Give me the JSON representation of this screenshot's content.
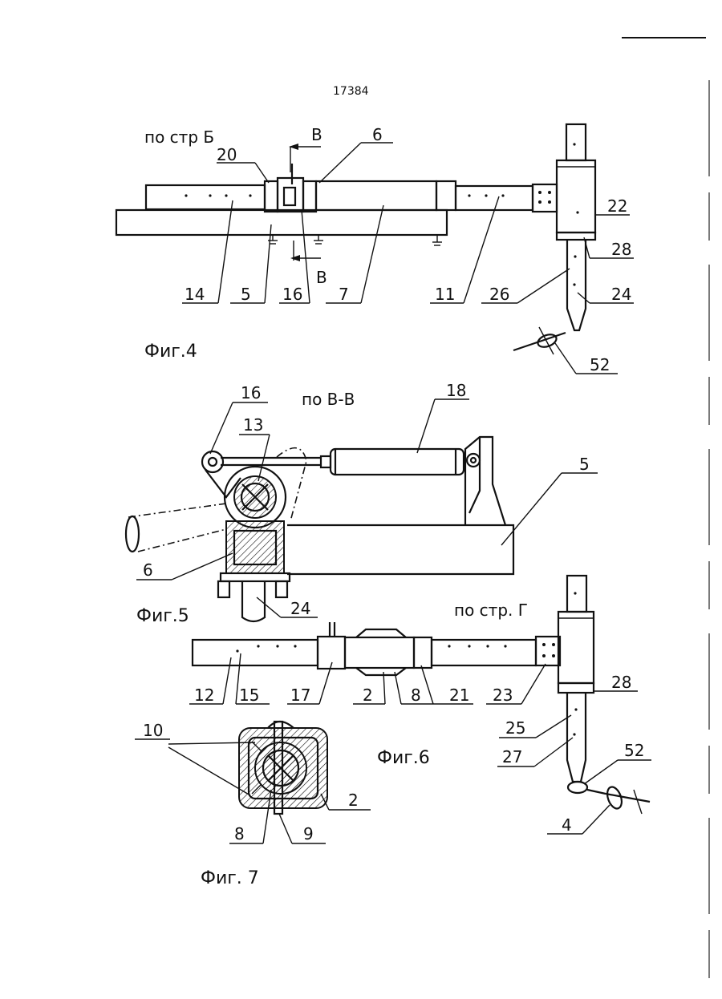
{
  "page": {
    "number": "17384"
  },
  "fig4": {
    "caption": "Фиг.4",
    "view_label": "по стр Б",
    "section_mark": "В",
    "labels": [
      "20",
      "6",
      "22",
      "28",
      "14",
      "5",
      "16",
      "7",
      "11",
      "26",
      "24",
      "52"
    ]
  },
  "fig5": {
    "caption": "Фиг.5",
    "view_label": "по В-В",
    "labels": [
      "16",
      "13",
      "18",
      "5",
      "6",
      "24"
    ]
  },
  "fig6": {
    "caption": "Фиг.6",
    "view_label": "по стр. Г",
    "labels": [
      "12",
      "15",
      "17",
      "2",
      "8",
      "21",
      "23",
      "28",
      "25",
      "27",
      "52",
      "4"
    ]
  },
  "fig7": {
    "caption": "Фиг. 7",
    "labels": [
      "10",
      "2",
      "8",
      "9"
    ]
  }
}
